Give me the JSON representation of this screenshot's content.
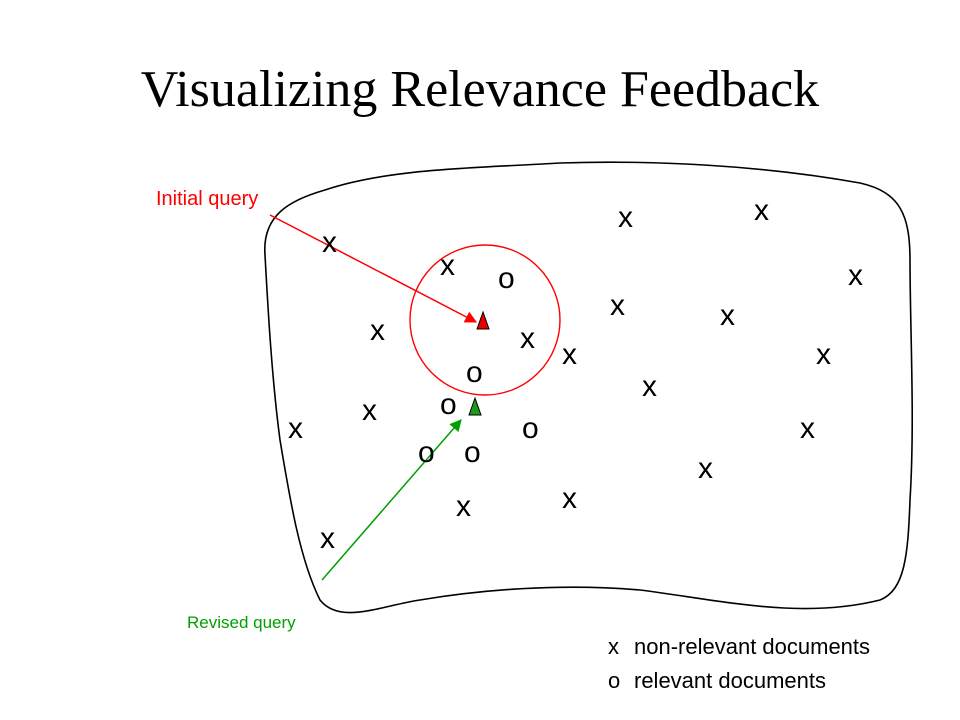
{
  "title": "Visualizing Relevance Feedback",
  "labels": {
    "initial_query": "Initial query",
    "revised_query": "Revised query"
  },
  "symbols": {
    "nonrelevant": "x",
    "relevant": "o"
  },
  "legend": {
    "nonrelevant_symbol": "x",
    "nonrelevant_text": "non-relevant documents",
    "relevant_symbol": "o",
    "relevant_text": "relevant documents"
  },
  "colors": {
    "initial": "#ff0000",
    "revised": "#00a000",
    "initial_marker": "#e80000",
    "revised_marker": "#1a9a1a"
  }
}
